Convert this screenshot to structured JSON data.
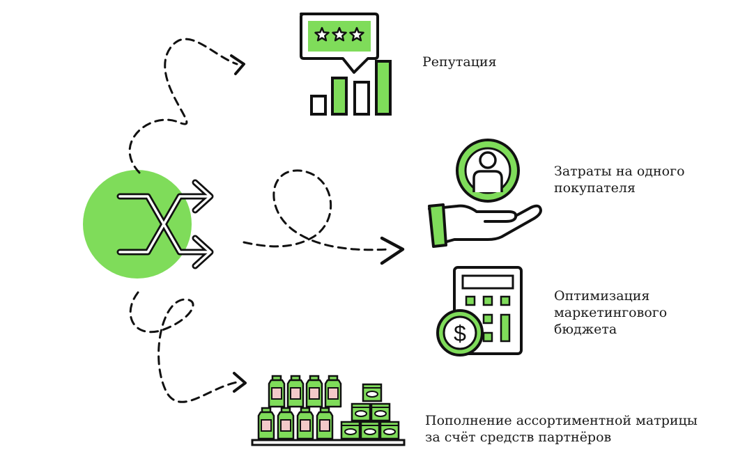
{
  "colors": {
    "accent": "#7fdc5a",
    "stroke": "#111111",
    "pale": "#f3c9c9",
    "background": "#ffffff"
  },
  "icons": {
    "center": "shuffle-icon",
    "reputation": "rating-chart-icon",
    "cost": "hand-person-icon",
    "budget": "calculator-dollar-icon",
    "assortment": "shelf-products-icon"
  },
  "labels": {
    "reputation": "Репутация",
    "cost_line1": "Затраты на одного",
    "cost_line2": "покупателя",
    "budget_line1": "Оптимизация",
    "budget_line2": "маркетингового",
    "budget_line3": "бюджета",
    "assortment_line1": "Пополнение ассортиментной матрицы",
    "assortment_line2": "за счёт средств партнёров"
  },
  "rating_stars": 3
}
